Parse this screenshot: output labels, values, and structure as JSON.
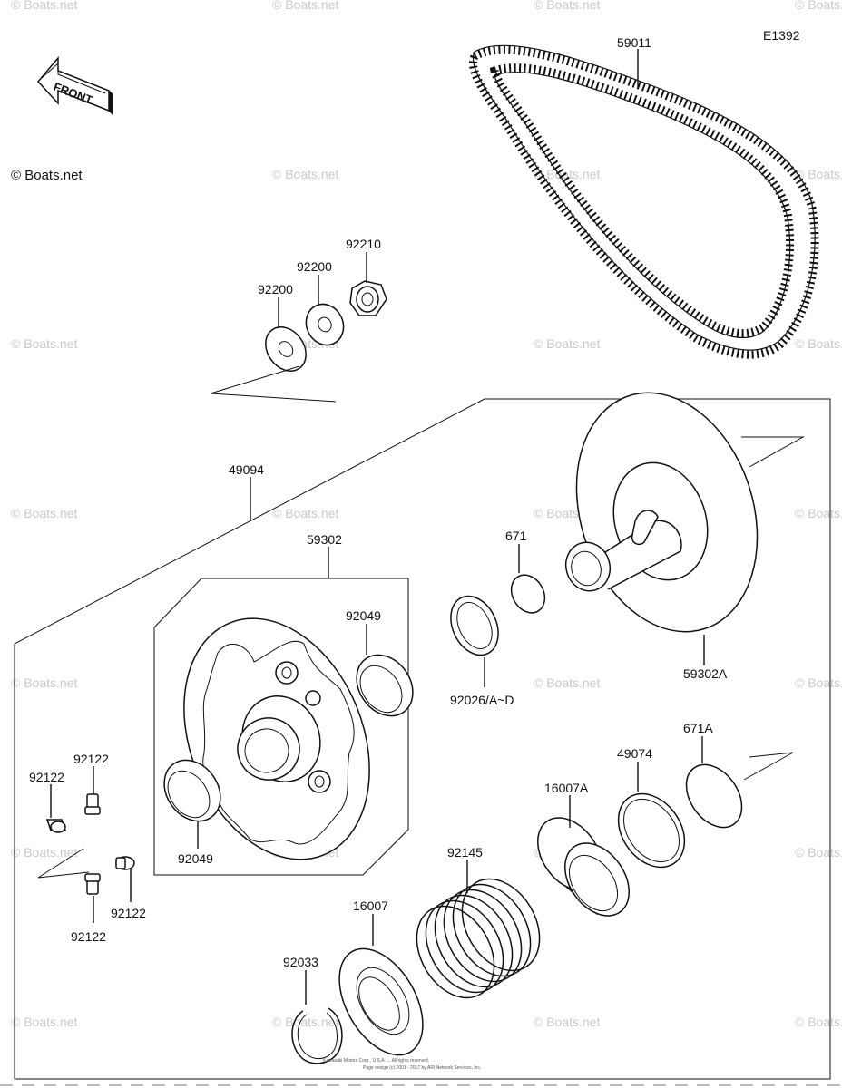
{
  "diagram": {
    "code": "E1392",
    "copyright": "© Boats.net",
    "front_label": "FRONT",
    "watermark": "© Boats.net",
    "footer_line1": "Kawasaki Motors Corp., U.S.A. ... All rights reserved.",
    "footer_line2": "Page design (c) 2001 - 2017 by ARI Network Services, Inc."
  },
  "parts": {
    "belt": "59011",
    "nut": "92210",
    "washer_a": "92200",
    "washer_b": "92200",
    "assembly": "49094",
    "sheave_assy": "59302",
    "bushing_top": "92049",
    "bushing_bottom": "92049",
    "oring": "671",
    "shim": "92026/A~D",
    "sheave_fixed": "59302A",
    "oring_large": "671A",
    "ring_49074": "49074",
    "cam_16007a": "16007A",
    "spring": "92145",
    "cam_16007": "16007",
    "circlip": "92033",
    "shoe_1": "92122",
    "shoe_2": "92122",
    "shoe_3": "92122",
    "shoe_4": "92122"
  }
}
